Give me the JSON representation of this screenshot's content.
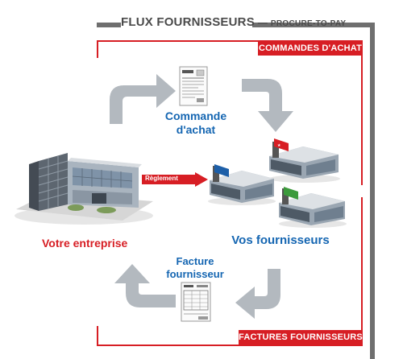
{
  "header": {
    "title": "FLUX FOURNISSEURS",
    "dash": "—",
    "subtitle": "PROCURE-TO-PAY"
  },
  "sections": {
    "top_label": "COMMANDES D'ACHAT",
    "bottom_label": "FACTURES FOURNISSEURS"
  },
  "nodes": {
    "purchase_order": "Commande d'achat",
    "invoice": "Facture fournisseur",
    "company": "Votre entreprise",
    "suppliers": "Vos fournisseurs"
  },
  "arrow_label": "Règlement",
  "colors": {
    "red": "#d71e24",
    "blue": "#1566b2",
    "gray": "#6f6f6f",
    "arrow_gray": "#b3b9bf"
  }
}
